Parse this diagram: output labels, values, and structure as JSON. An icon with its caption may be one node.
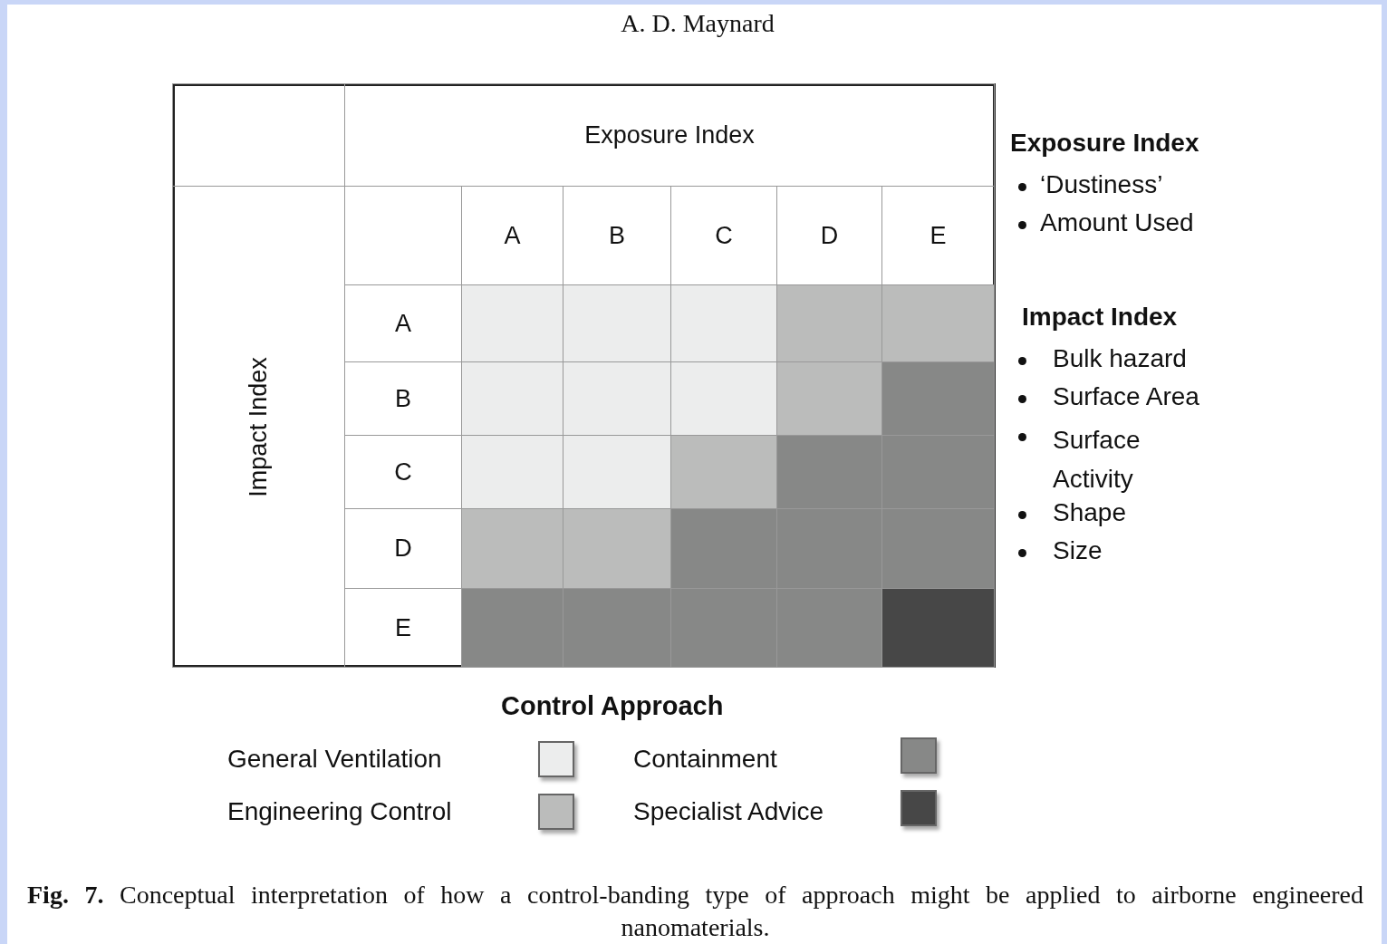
{
  "diagram": {
    "caption": "**Fig. 7.** Conceptual interpretation of how a control-banding type of approach might be applied to airborne engineered nanomaterials.",
    "labels": [
      "A. D. Maynard",
      "Exposure Index",
      "A",
      "B",
      "C",
      "D",
      "E",
      "Impact Index",
      "A",
      "B",
      "C",
      "D",
      "E",
      "Exposure Index",
      "‘Dustiness’",
      "Amount Used",
      "Impact Index",
      "Bulk hazard",
      "Surface Area",
      "Surface Activity",
      "Shape",
      "Size",
      "Control Approach"
    ],
    "legend": [
      {
        "text": "General Ventilation",
        "color": "#eceded"
      },
      {
        "text": "Containment",
        "color": "#878887"
      },
      {
        "text": "Engineering Control",
        "color": "#bbbcbb"
      },
      {
        "text": "Specialist Advice",
        "color": "#474747"
      }
    ]
  }
}
